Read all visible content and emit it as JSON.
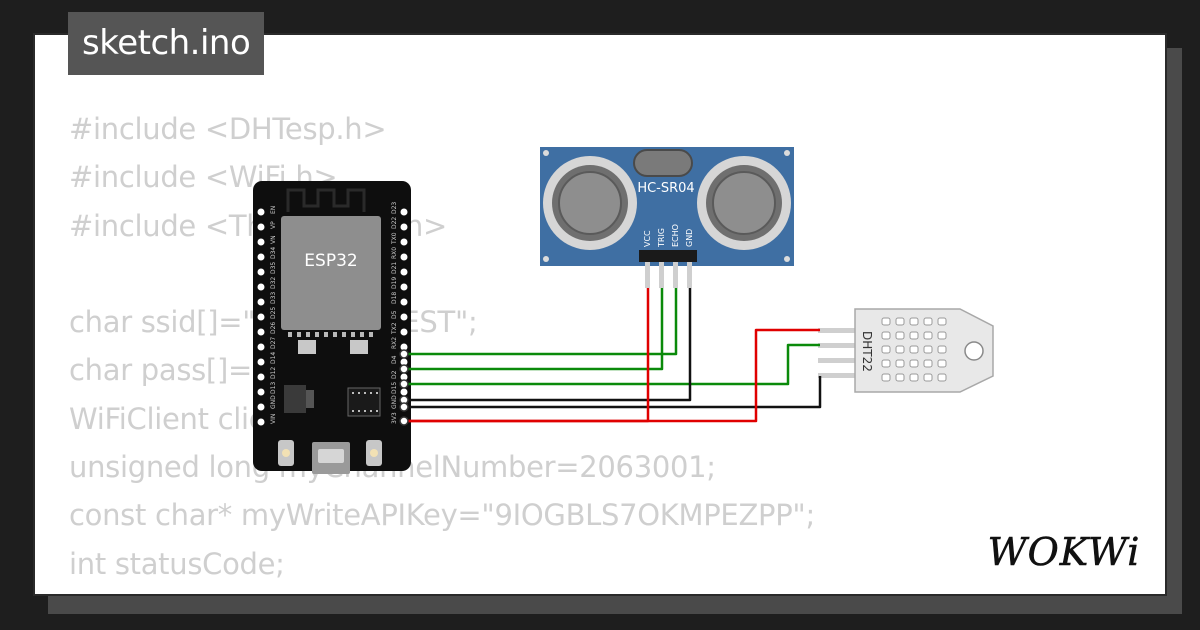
{
  "file": {
    "name": "sketch.ino"
  },
  "code_lines": [
    "#include <DHTesp.h>",
    "#include <WiFi.h>",
    "#include <ThingSpeak.h>",
    "",
    "char ssid[]=\"Wokwi-GUEST\";",
    "char pass[]=\"\";",
    "WiFiClient client;",
    "unsigned long myChannelNumber=2063001;",
    "const char* myWriteAPIKey=\"9IOGBLS7OKMPEZPP\";",
    "int statusCode;"
  ],
  "circuit": {
    "esp32": {
      "label": "ESP32",
      "left_pins": [
        "EN",
        "VP",
        "VN",
        "D34",
        "D35",
        "D32",
        "D33",
        "D25",
        "D26",
        "D27",
        "D14",
        "D12",
        "D13",
        "GND",
        "VIN"
      ],
      "right_pins": [
        "D23",
        "D22",
        "TX0",
        "RX0",
        "D21",
        "D19",
        "D18",
        "D5",
        "TX2",
        "RX2",
        "D4",
        "D2",
        "D15",
        "GND",
        "3V3"
      ]
    },
    "ultrasonic": {
      "label": "HC-SR04",
      "pins": [
        "VCC",
        "TRIG",
        "ECHO",
        "GND"
      ]
    },
    "dht": {
      "label": "DHT22"
    },
    "wire_colors": {
      "signal": "#0a8a0a",
      "power": "#e00000",
      "ground": "#111111"
    }
  },
  "brand": {
    "name": "WOKWi"
  }
}
